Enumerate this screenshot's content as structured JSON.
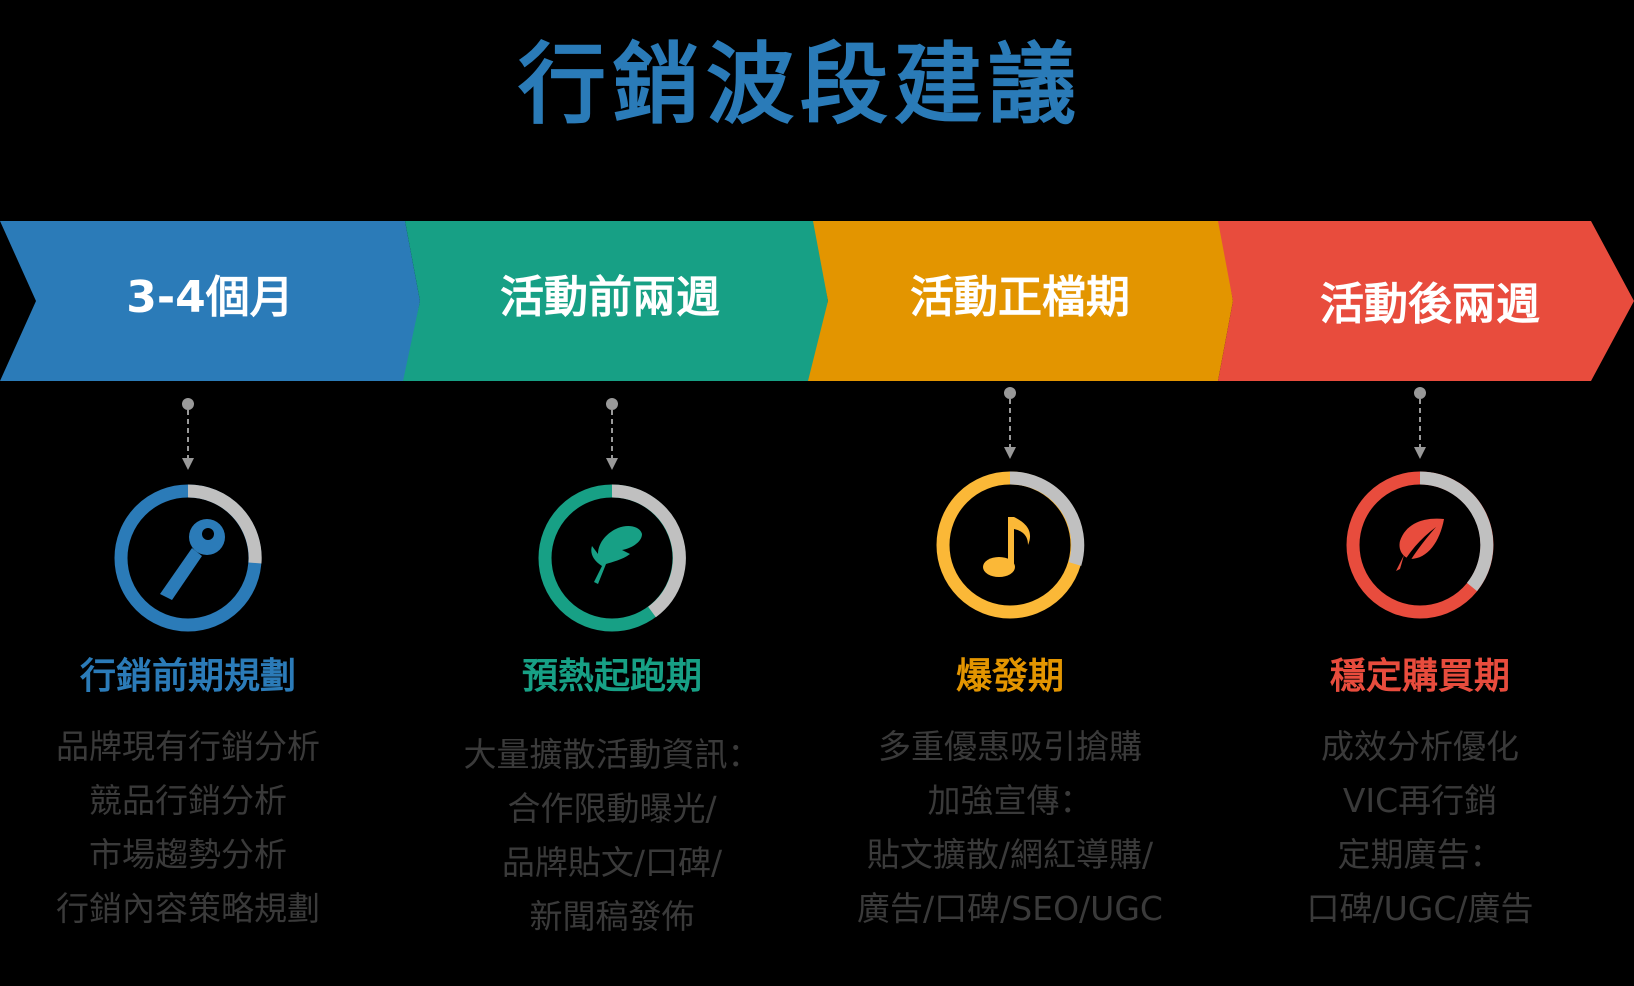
{
  "title": "行銷波段建議",
  "colors": {
    "blue": "#2b7bb8",
    "teal": "#17a085",
    "orange": "#e39500",
    "red": "#e84c3d",
    "ring_orange": "#fbb837",
    "ring_gray": "#c0c0c0",
    "desc_text": "#3a3a3a",
    "connector": "#999999"
  },
  "timeline": [
    {
      "period": "3-4個月",
      "icon": "key-icon",
      "stage_name": "行銷前期規劃",
      "description": [
        "品牌現有行銷分析",
        "競品行銷分析",
        "市場趨勢分析",
        "行銷內容策略規劃"
      ]
    },
    {
      "period": "活動前兩週",
      "icon": "feather-icon",
      "stage_name": "預熱起跑期",
      "description": [
        "大量擴散活動資訊：",
        "合作限動曝光/",
        "品牌貼文/口碑/",
        "新聞稿發佈"
      ]
    },
    {
      "period": "活動正檔期",
      "icon": "music-note-icon",
      "stage_name": "爆發期",
      "description": [
        "多重優惠吸引搶購",
        "加強宣傳：",
        "貼文擴散/網紅導購/",
        "廣告/口碑/SEO/UGC"
      ]
    },
    {
      "period": "活動後兩週",
      "icon": "leaf-icon",
      "stage_name": "穩定購買期",
      "description": [
        "成效分析優化",
        "VIC再行銷",
        "定期廣告：",
        "口碑/UGC/廣告"
      ]
    }
  ]
}
